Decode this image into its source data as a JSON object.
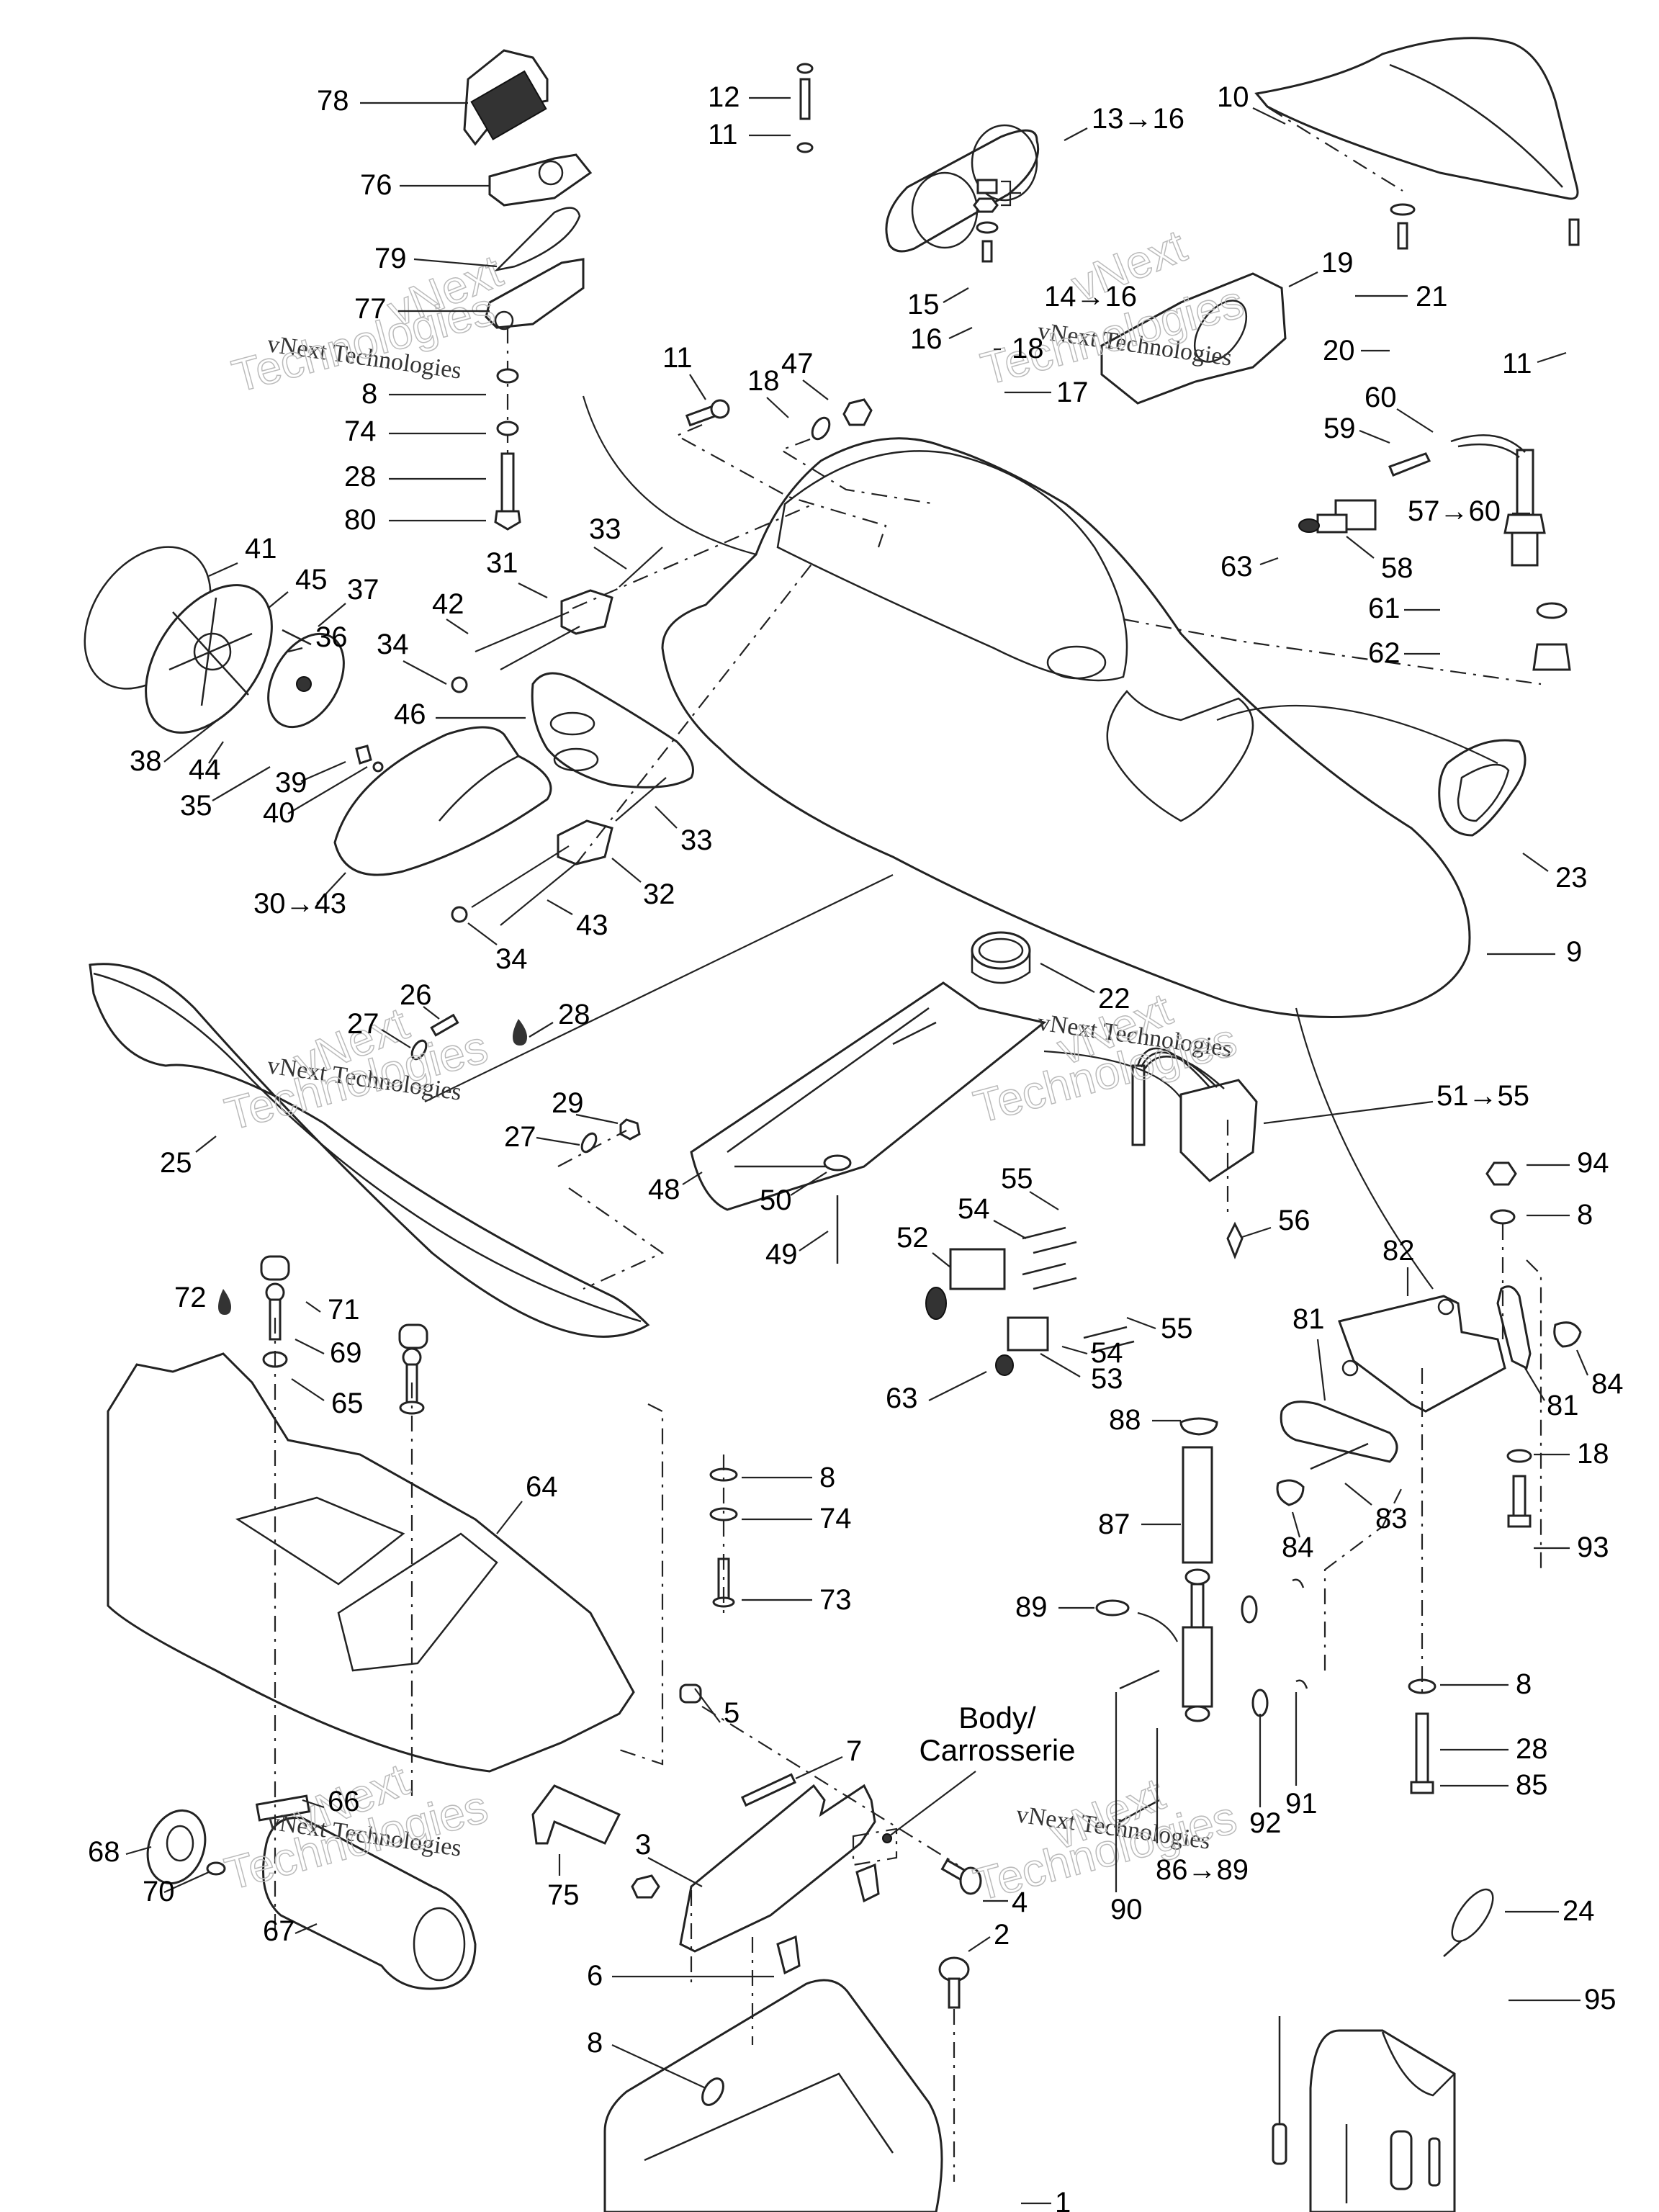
{
  "title": "Body / Carrosserie exploded parts diagram",
  "annotations": {
    "body_ref_line1": "Body/",
    "body_ref_line2": "Carrosserie"
  },
  "watermark": {
    "serif_text": "vNext Technologies",
    "outline_line1": "vNext",
    "outline_line2": "Technologies"
  },
  "callouts": [
    {
      "id": "c78",
      "label": "78"
    },
    {
      "id": "c76",
      "label": "76"
    },
    {
      "id": "c79",
      "label": "79"
    },
    {
      "id": "c77",
      "label": "77"
    },
    {
      "id": "c8a",
      "label": "8"
    },
    {
      "id": "c74a",
      "label": "74"
    },
    {
      "id": "c28a",
      "label": "28"
    },
    {
      "id": "c80",
      "label": "80"
    },
    {
      "id": "c12",
      "label": "12"
    },
    {
      "id": "c11a",
      "label": "11"
    },
    {
      "id": "c13",
      "label": "13→16"
    },
    {
      "id": "c15",
      "label": "15"
    },
    {
      "id": "c14",
      "label": "14→16"
    },
    {
      "id": "c16",
      "label": "16"
    },
    {
      "id": "c18a",
      "label": "18"
    },
    {
      "id": "c17",
      "label": "17"
    },
    {
      "id": "c10",
      "label": "10"
    },
    {
      "id": "c19",
      "label": "19"
    },
    {
      "id": "c21",
      "label": "21"
    },
    {
      "id": "c20",
      "label": "20"
    },
    {
      "id": "c11c",
      "label": "11"
    },
    {
      "id": "c11b",
      "label": "11"
    },
    {
      "id": "c18b",
      "label": "18"
    },
    {
      "id": "c47",
      "label": "47"
    },
    {
      "id": "c60a",
      "label": "60"
    },
    {
      "id": "c59",
      "label": "59"
    },
    {
      "id": "c57",
      "label": "57→60"
    },
    {
      "id": "c63a",
      "label": "63"
    },
    {
      "id": "c58",
      "label": "58"
    },
    {
      "id": "c61",
      "label": "61"
    },
    {
      "id": "c62",
      "label": "62"
    },
    {
      "id": "c41",
      "label": "41"
    },
    {
      "id": "c45",
      "label": "45"
    },
    {
      "id": "c37",
      "label": "37"
    },
    {
      "id": "c36",
      "label": "36"
    },
    {
      "id": "c38",
      "label": "38"
    },
    {
      "id": "c44",
      "label": "44"
    },
    {
      "id": "c35",
      "label": "35"
    },
    {
      "id": "c39",
      "label": "39"
    },
    {
      "id": "c40",
      "label": "40"
    },
    {
      "id": "c33a",
      "label": "33"
    },
    {
      "id": "c31",
      "label": "31"
    },
    {
      "id": "c42",
      "label": "42"
    },
    {
      "id": "c34a",
      "label": "34"
    },
    {
      "id": "c46",
      "label": "46"
    },
    {
      "id": "c33b",
      "label": "33"
    },
    {
      "id": "c32",
      "label": "32"
    },
    {
      "id": "c43",
      "label": "43"
    },
    {
      "id": "c30",
      "label": "30→43"
    },
    {
      "id": "c34b",
      "label": "34"
    },
    {
      "id": "c23",
      "label": "23"
    },
    {
      "id": "c9",
      "label": "9"
    },
    {
      "id": "c22",
      "label": "22"
    },
    {
      "id": "c26",
      "label": "26"
    },
    {
      "id": "c27a",
      "label": "27"
    },
    {
      "id": "c28b",
      "label": "28"
    },
    {
      "id": "c25",
      "label": "25"
    },
    {
      "id": "c29",
      "label": "29"
    },
    {
      "id": "c27b",
      "label": "27"
    },
    {
      "id": "c48",
      "label": "48"
    },
    {
      "id": "c50",
      "label": "50"
    },
    {
      "id": "c49",
      "label": "49"
    },
    {
      "id": "c51",
      "label": "51→55"
    },
    {
      "id": "c55a",
      "label": "55"
    },
    {
      "id": "c54a",
      "label": "54"
    },
    {
      "id": "c56",
      "label": "56"
    },
    {
      "id": "c52",
      "label": "52"
    },
    {
      "id": "c55b",
      "label": "55"
    },
    {
      "id": "c54b",
      "label": "54"
    },
    {
      "id": "c53",
      "label": "53"
    },
    {
      "id": "c63b",
      "label": "63"
    },
    {
      "id": "c94",
      "label": "94"
    },
    {
      "id": "c8b",
      "label": "8"
    },
    {
      "id": "c82",
      "label": "82"
    },
    {
      "id": "c81a",
      "label": "81"
    },
    {
      "id": "c81b",
      "label": "81"
    },
    {
      "id": "c84a",
      "label": "84"
    },
    {
      "id": "c18c",
      "label": "18"
    },
    {
      "id": "c83",
      "label": "83"
    },
    {
      "id": "c84b",
      "label": "84"
    },
    {
      "id": "c93",
      "label": "93"
    },
    {
      "id": "c72",
      "label": "72"
    },
    {
      "id": "c71",
      "label": "71"
    },
    {
      "id": "c69",
      "label": "69"
    },
    {
      "id": "c65",
      "label": "65"
    },
    {
      "id": "c64",
      "label": "64"
    },
    {
      "id": "c8c",
      "label": "8"
    },
    {
      "id": "c74b",
      "label": "74"
    },
    {
      "id": "c73",
      "label": "73"
    },
    {
      "id": "c88",
      "label": "88"
    },
    {
      "id": "c87",
      "label": "87"
    },
    {
      "id": "c89",
      "label": "89"
    },
    {
      "id": "c8d",
      "label": "8"
    },
    {
      "id": "c28c",
      "label": "28"
    },
    {
      "id": "c85",
      "label": "85"
    },
    {
      "id": "c92",
      "label": "92"
    },
    {
      "id": "c91",
      "label": "91"
    },
    {
      "id": "c86",
      "label": "86→89"
    },
    {
      "id": "c90",
      "label": "90"
    },
    {
      "id": "c5",
      "label": "5"
    },
    {
      "id": "c7",
      "label": "7"
    },
    {
      "id": "c66",
      "label": "66"
    },
    {
      "id": "c68",
      "label": "68"
    },
    {
      "id": "c70",
      "label": "70"
    },
    {
      "id": "c75",
      "label": "75"
    },
    {
      "id": "c67",
      "label": "67"
    },
    {
      "id": "c3",
      "label": "3"
    },
    {
      "id": "c4",
      "label": "4"
    },
    {
      "id": "c6",
      "label": "6"
    },
    {
      "id": "c2",
      "label": "2"
    },
    {
      "id": "c8e",
      "label": "8"
    },
    {
      "id": "c1",
      "label": "1"
    },
    {
      "id": "c24",
      "label": "24"
    },
    {
      "id": "c95",
      "label": "95"
    }
  ]
}
